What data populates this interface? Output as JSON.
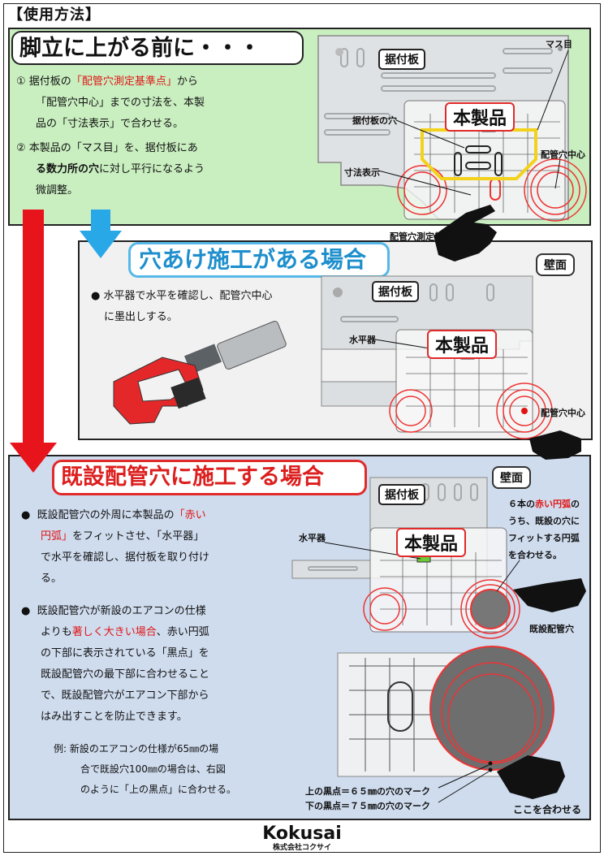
{
  "header": "【使用方法】",
  "section1": {
    "title": "脚立に上がる前に・・・",
    "step1": {
      "num": "①",
      "l1_a": "据付板の",
      "l1_red": "「配管穴測定基準点」",
      "l1_b": "から",
      "l2": "「配管穴中心」までの寸法を、本製",
      "l3": "品の「寸法表示」で合わせる。"
    },
    "step2": {
      "num": "②",
      "l1": "本製品の「マス目」を、据付板にあ",
      "l2_bold": "る数力所の穴",
      "l2_b": "に対し平行になるよう",
      "l3": "微調整。"
    },
    "tags": {
      "plate": "据付板",
      "product": "本製品"
    },
    "labels": {
      "grid": "マス目",
      "plate_hole": "据付板の穴",
      "center": "配管穴中心",
      "dimension": "寸法表示",
      "reference": "配管穴測定基準点"
    }
  },
  "section2": {
    "title": "穴あけ施工がある場合",
    "wall": "壁面",
    "bullet": "●",
    "l1": "水平器で水平を確認し、配管穴中心",
    "l2": "に墨出しする。",
    "tags": {
      "plate": "据付板",
      "product": "本製品"
    },
    "labels": {
      "level": "水平器",
      "center": "配管穴中心"
    }
  },
  "section3": {
    "title": "既設配管穴に施工する場合",
    "wall": "壁面",
    "bullet": "●",
    "b1": {
      "l1_a": "既設配管穴の外周に本製品の",
      "l1_red": "「赤い",
      "l2_red": "円弧」",
      "l2_b": "をフィットさせ、「水平器」",
      "l3": "で水平を確認し、据付板を取り付け",
      "l4": "る。"
    },
    "b2": {
      "l1": "既設配管穴が新設のエアコンの仕様",
      "l2_a": "よりも",
      "l2_red": "著しく大きい場合",
      "l2_b": "、赤い円弧",
      "l3": "の下部に表示されている「黒点」を",
      "l4": "既設配管穴の最下部に合わせること",
      "l5": "で、既設配管穴がエアコン下部から",
      "l6": "はみ出すことを防止できます。"
    },
    "example": {
      "l1": "例: 新設のエアコンの仕様が65㎜の場",
      "l2": "合で既設穴100㎜の場合は、右図",
      "l3": "のように「上の黒点」に合わせる。"
    },
    "tags": {
      "plate": "据付板",
      "product": "本製品"
    },
    "labels": {
      "level": "水平器",
      "note_l1_a": "６本の",
      "note_l1_red": "赤い円弧",
      "note_l1_b": "の",
      "note_l2": "うち、既設の穴に",
      "note_l3": "フィットする円弧",
      "note_l4": "を合わせる。",
      "existing": "既設配管穴",
      "upper_dot": "上の黒点＝６５㎜の穴のマーク",
      "lower_dot": "下の黒点＝７５㎜の穴のマーク",
      "align_here": "ここを合わせる"
    }
  },
  "footer": {
    "brand": "Kokusai",
    "company": "株式会社コクサイ"
  },
  "colors": {
    "green_panel": "#c9efc0",
    "grey_panel": "#f1f1f1",
    "blue_panel": "#cfdcee",
    "accent_red": "#e01414",
    "accent_blue": "#1e8fcc",
    "arrow_red": "#e8141c",
    "arrow_blue": "#29a8e8",
    "highlight_yellow": "#f2d21a"
  }
}
